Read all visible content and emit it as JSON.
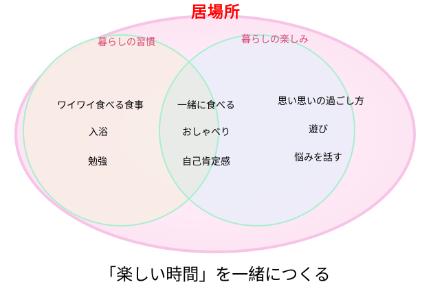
{
  "title": "居場所",
  "sets": {
    "left": {
      "label": "暮らしの習慣",
      "items": [
        "ワイワイ食べる食事",
        "入浴",
        "勉強"
      ]
    },
    "right": {
      "label": "暮らしの楽しみ",
      "items": [
        "思い思いの過ごし方",
        "遊び",
        "悩みを話す"
      ]
    },
    "overlap": {
      "items": [
        "一緒に食べる",
        "おしゃべり",
        "自己肯定感"
      ]
    }
  },
  "caption": "「楽しい時間」を一緒につくる",
  "colors": {
    "outer_fill": "#fde9f6",
    "outer_stroke": "#f7c3e6",
    "left_fill": "#f8ece6",
    "right_fill": "#ebecf8",
    "circle_stroke": "#a6efcf",
    "title": "#ff0000",
    "set_label": "#e0457a"
  }
}
